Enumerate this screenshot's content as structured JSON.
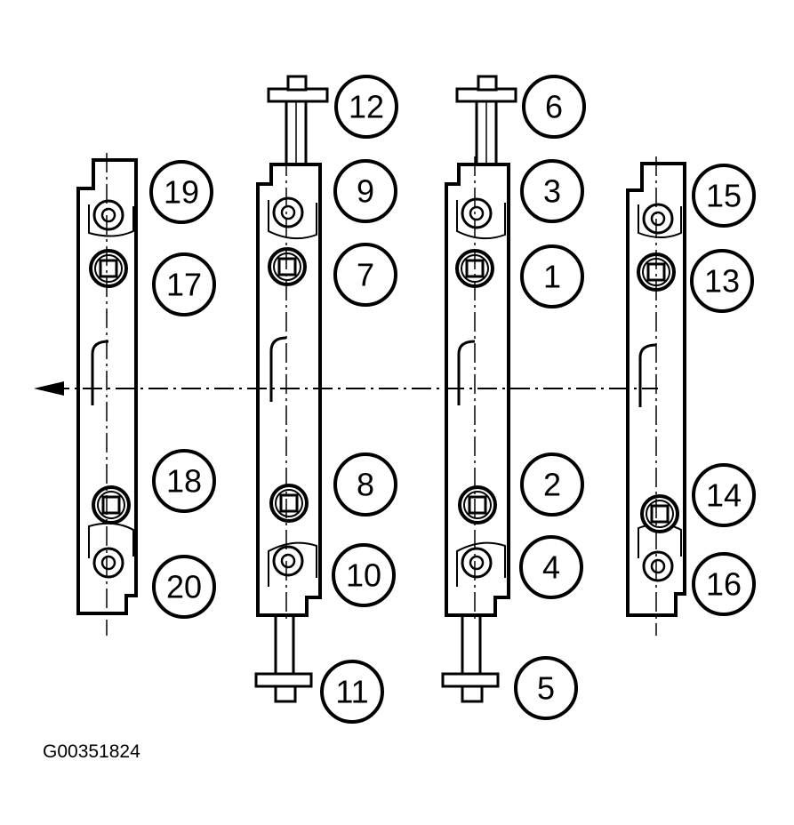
{
  "figure_code": "G00351824",
  "callouts": {
    "c1": "1",
    "c2": "2",
    "c3": "3",
    "c4": "4",
    "c5": "5",
    "c6": "6",
    "c7": "7",
    "c8": "8",
    "c9": "9",
    "c10": "10",
    "c11": "11",
    "c12": "12",
    "c13": "13",
    "c14": "14",
    "c15": "15",
    "c16": "16",
    "c17": "17",
    "c18": "18",
    "c19": "19",
    "c20": "20"
  }
}
